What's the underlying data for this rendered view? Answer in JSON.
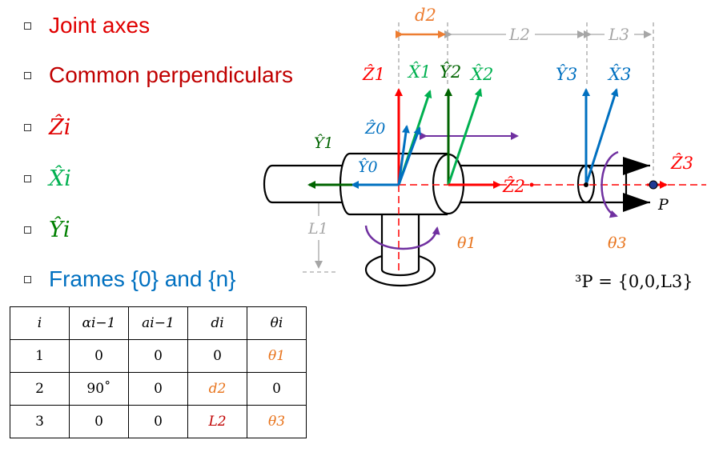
{
  "bullets": [
    {
      "text": "Joint axes",
      "color": "#e00000"
    },
    {
      "text": "Common perpendiculars",
      "color": "#c00000"
    },
    {
      "text": "Ẑi",
      "color": "#e00000"
    },
    {
      "text": "X̂i",
      "color": "#00b050"
    },
    {
      "text": "Ŷi",
      "color": "#008000"
    },
    {
      "text": "Frames {0} and {n}",
      "color": "#0070c0"
    }
  ],
  "diagram": {
    "labels": {
      "z1": "Ẑ1",
      "x1": "X̂1",
      "y2": "Ŷ2",
      "x2": "X̂2",
      "y3": "Ŷ3",
      "x3": "X̂3",
      "z0": "Ẑ0",
      "y0": "Ŷ0",
      "y1": "Ŷ1",
      "z2": "Ẑ2",
      "z3": "Ẑ3",
      "d2": "d2",
      "L2": "L2",
      "L3": "L3",
      "L1": "L1",
      "theta1": "θ1",
      "theta3": "θ3",
      "P": "P"
    },
    "position_equation": "³P = {0,0,L3}"
  },
  "table": {
    "headers": [
      "i",
      "αi−1",
      "ai−1",
      "di",
      "θi"
    ],
    "rows": [
      [
        "1",
        "0",
        "0",
        "0",
        "θ1"
      ],
      [
        "2",
        "90˚",
        "0",
        "d2",
        "0"
      ],
      [
        "3",
        "0",
        "0",
        "L2",
        "θ3"
      ]
    ],
    "highlight_color": "#e8731b",
    "length_color": "#c00000"
  },
  "colors": {
    "z_axis": "#ff0000",
    "x_axis": "#00b050",
    "y_axis": "#006400",
    "frame": "#0070c0",
    "dimension": "#a6a6a6",
    "d2": "#ed7d31",
    "rotation": "#7030a0"
  }
}
